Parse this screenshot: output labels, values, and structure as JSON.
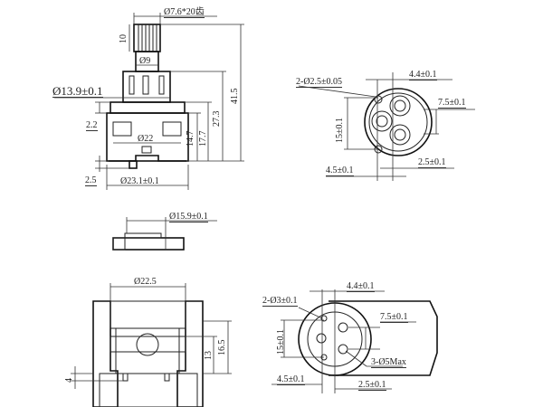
{
  "drawing": {
    "title": "Ceramic cartridge dimension drawing",
    "views": {
      "side_view": {
        "labels": {
          "spline": "Ø7.6*20齿",
          "spline_height": "10",
          "stem_dia": "Ø9",
          "shoulder_dia": "Ø13.9±0.1",
          "step_top": "2.2",
          "body_dia": "Ø22",
          "base_dia": "Ø23.1±0.1",
          "step_bottom": "2.5",
          "height_14": "14.7",
          "height_17": "17.7",
          "height_27": "27.3",
          "height_total": "41.5"
        }
      },
      "bottom_view": {
        "labels": {
          "pin_holes": "2-Ø2.5±0.05",
          "offset_top": "4.4±0.1",
          "port_spacing": "7.5±0.1",
          "pin_spacing": "15±0.1",
          "offset_bottom_right": "2.5±0.1",
          "offset_bottom_left": "4.5±0.1"
        }
      },
      "seal_view": {
        "labels": {
          "seal_dia": "Ø15.9±0.1"
        }
      },
      "housing_section": {
        "labels": {
          "bore_dia": "Ø22.5",
          "depth_16": "16.5",
          "depth_13": "13",
          "step": "4"
        }
      },
      "housing_bottom": {
        "labels": {
          "pin_holes": "2-Ø3±0.1",
          "offset_top": "4.4±0.1",
          "port_spacing": "7.5±0.1",
          "pin_spacing": "15±0.1",
          "port_holes": "3-Ø5Max",
          "offset_bottom_left": "4.5±0.1",
          "offset_bottom_right": "2.5±0.1"
        }
      }
    }
  }
}
